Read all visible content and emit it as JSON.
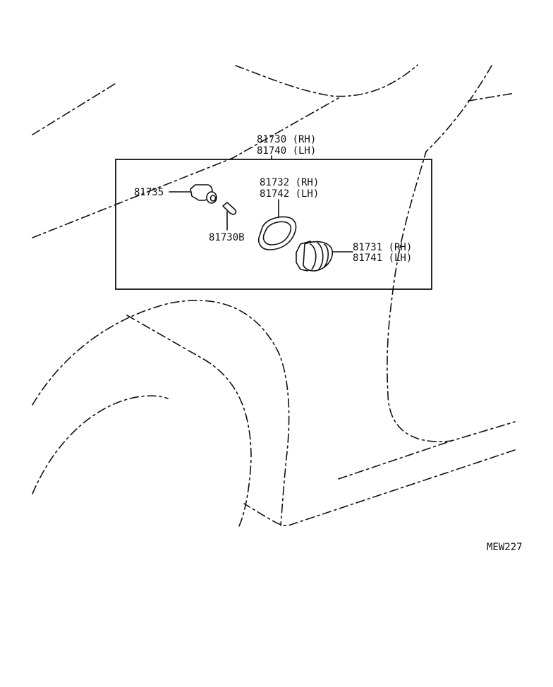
{
  "diagram": {
    "labels": {
      "assy_rh": "81730 (RH)",
      "assy_lh": "81740 (LH)",
      "socket": "81735",
      "bulb": "81730B",
      "gasket_rh": "81732 (RH)",
      "gasket_lh": "81742 (LH)",
      "lens_rh": "81731 (RH)",
      "lens_lh": "81741 (LH)"
    },
    "figure_code": "MEW227"
  }
}
